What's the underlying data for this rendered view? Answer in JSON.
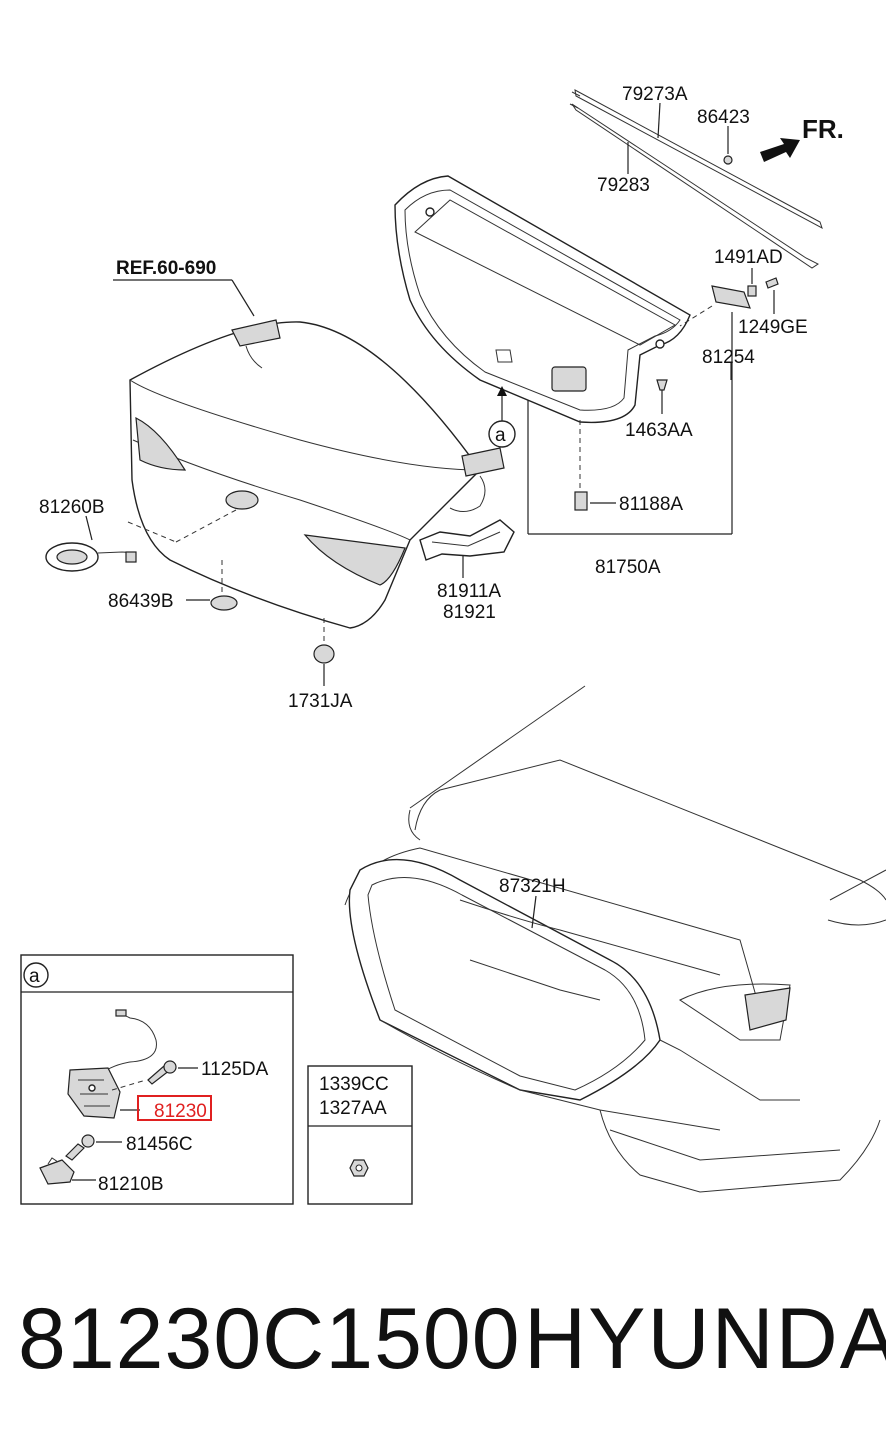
{
  "direction": {
    "label": "FR."
  },
  "reference": {
    "label": "REF.60-690"
  },
  "callouts": {
    "a_marker": "a",
    "p79273A": "79273A",
    "p86423": "86423",
    "p79283": "79283",
    "p1491AD": "1491AD",
    "p1249GE": "1249GE",
    "p81254": "81254",
    "p1463AA": "1463AA",
    "p81188A": "81188A",
    "p81750A": "81750A",
    "p81260B": "81260B",
    "p86439B": "86439B",
    "p81911A": "81911A",
    "p81921": "81921",
    "p1731JA": "1731JA",
    "p87321H": "87321H"
  },
  "detail_box": {
    "marker": "a",
    "p1125DA": "1125DA",
    "p81230": "81230",
    "p81456C": "81456C",
    "p81210B": "81210B",
    "highlight_color": "#e02020"
  },
  "fastener_box": {
    "p1339CC": "1339CC",
    "p1327AA": "1327AA"
  },
  "caption": {
    "part_number": "81230C1500",
    "brand": "HYUNDAI"
  }
}
